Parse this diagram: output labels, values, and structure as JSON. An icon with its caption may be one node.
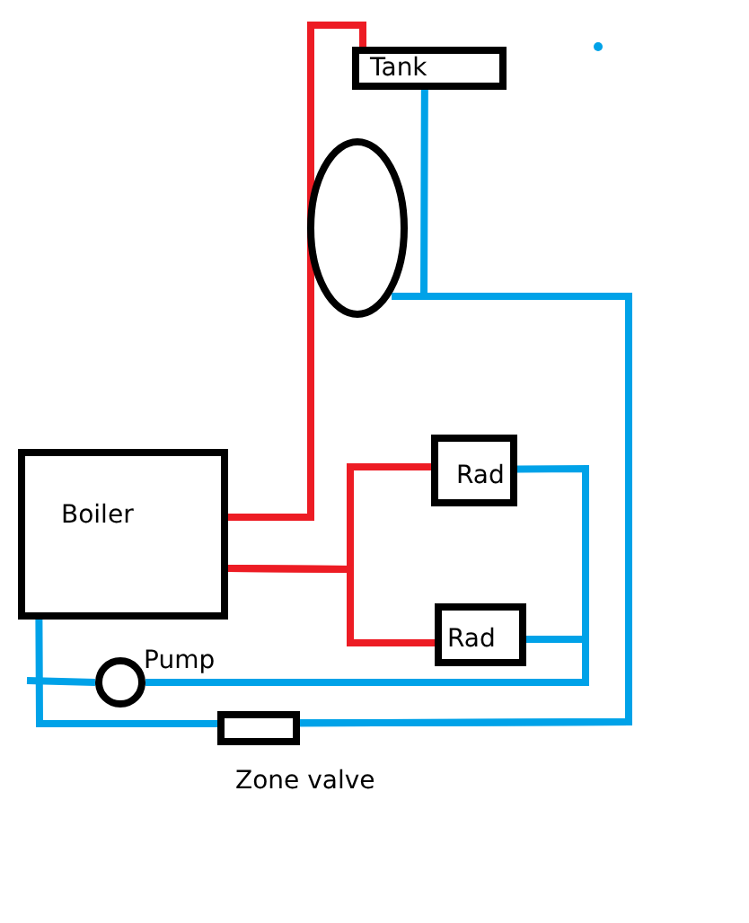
{
  "diagram": {
    "nodes": [
      {
        "text": [
          "Tank"
        ]
      },
      {
        "text": [],
        "shape": "circle"
      },
      {
        "text": [
          "Boiler"
        ]
      },
      {
        "text": [
          "Rad"
        ]
      },
      {
        "text": [
          "Rad"
        ]
      },
      {
        "text": [
          "Pump"
        ]
      },
      {
        "text": [
          "Zone valve"
        ]
      }
    ],
    "edges": [
      {
        "from": 2,
        "to": 0,
        "arrow": "none",
        "color": "#ed1c24"
      },
      {
        "from": 2,
        "to": 3,
        "arrow": "none",
        "color": "#ed1c24"
      },
      {
        "from": 2,
        "to": 4,
        "arrow": "none",
        "color": "#ed1c24"
      },
      {
        "from": 0,
        "to": 6,
        "arrow": "none"
      },
      {
        "from": 1,
        "to": 6,
        "arrow": "none"
      },
      {
        "from": 6,
        "to": 2,
        "arrow": "none"
      },
      {
        "from": 3,
        "to": 5,
        "arrow": "none"
      },
      {
        "from": 4,
        "to": 5,
        "arrow": "none"
      },
      {
        "from": 5,
        "to": null,
        "arrow": "none"
      }
    ]
  }
}
